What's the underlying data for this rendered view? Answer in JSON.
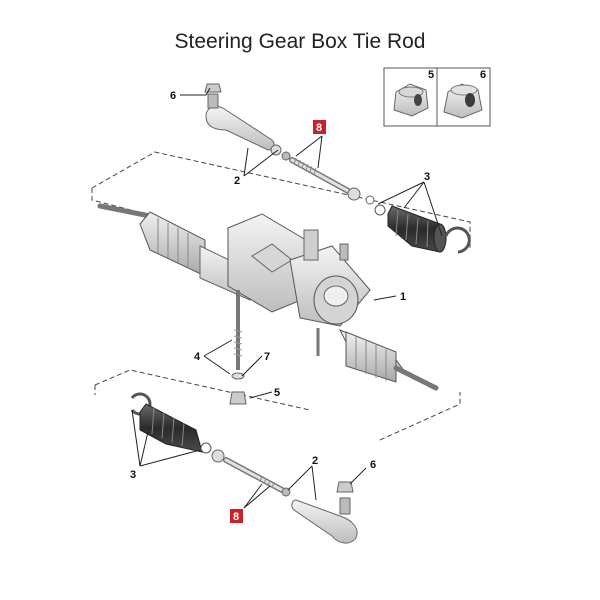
{
  "diagram": {
    "title": "Steering Gear Box Tie Rod",
    "callouts": {
      "c1": "1",
      "c2_top": "2",
      "c2_bottom": "2",
      "c3_top": "3",
      "c3_bottom": "3",
      "c4": "4",
      "c5": "5",
      "c6_top": "6",
      "c6_bottom": "6",
      "c7": "7",
      "c8_top": "8",
      "c8_bottom": "8"
    },
    "inset": {
      "left_label": "5",
      "right_label": "6"
    },
    "colors": {
      "highlight": "#cc1f2a",
      "line": "#333333",
      "part_fill": "#e6e6e6",
      "part_stroke": "#6d6d6d"
    }
  }
}
